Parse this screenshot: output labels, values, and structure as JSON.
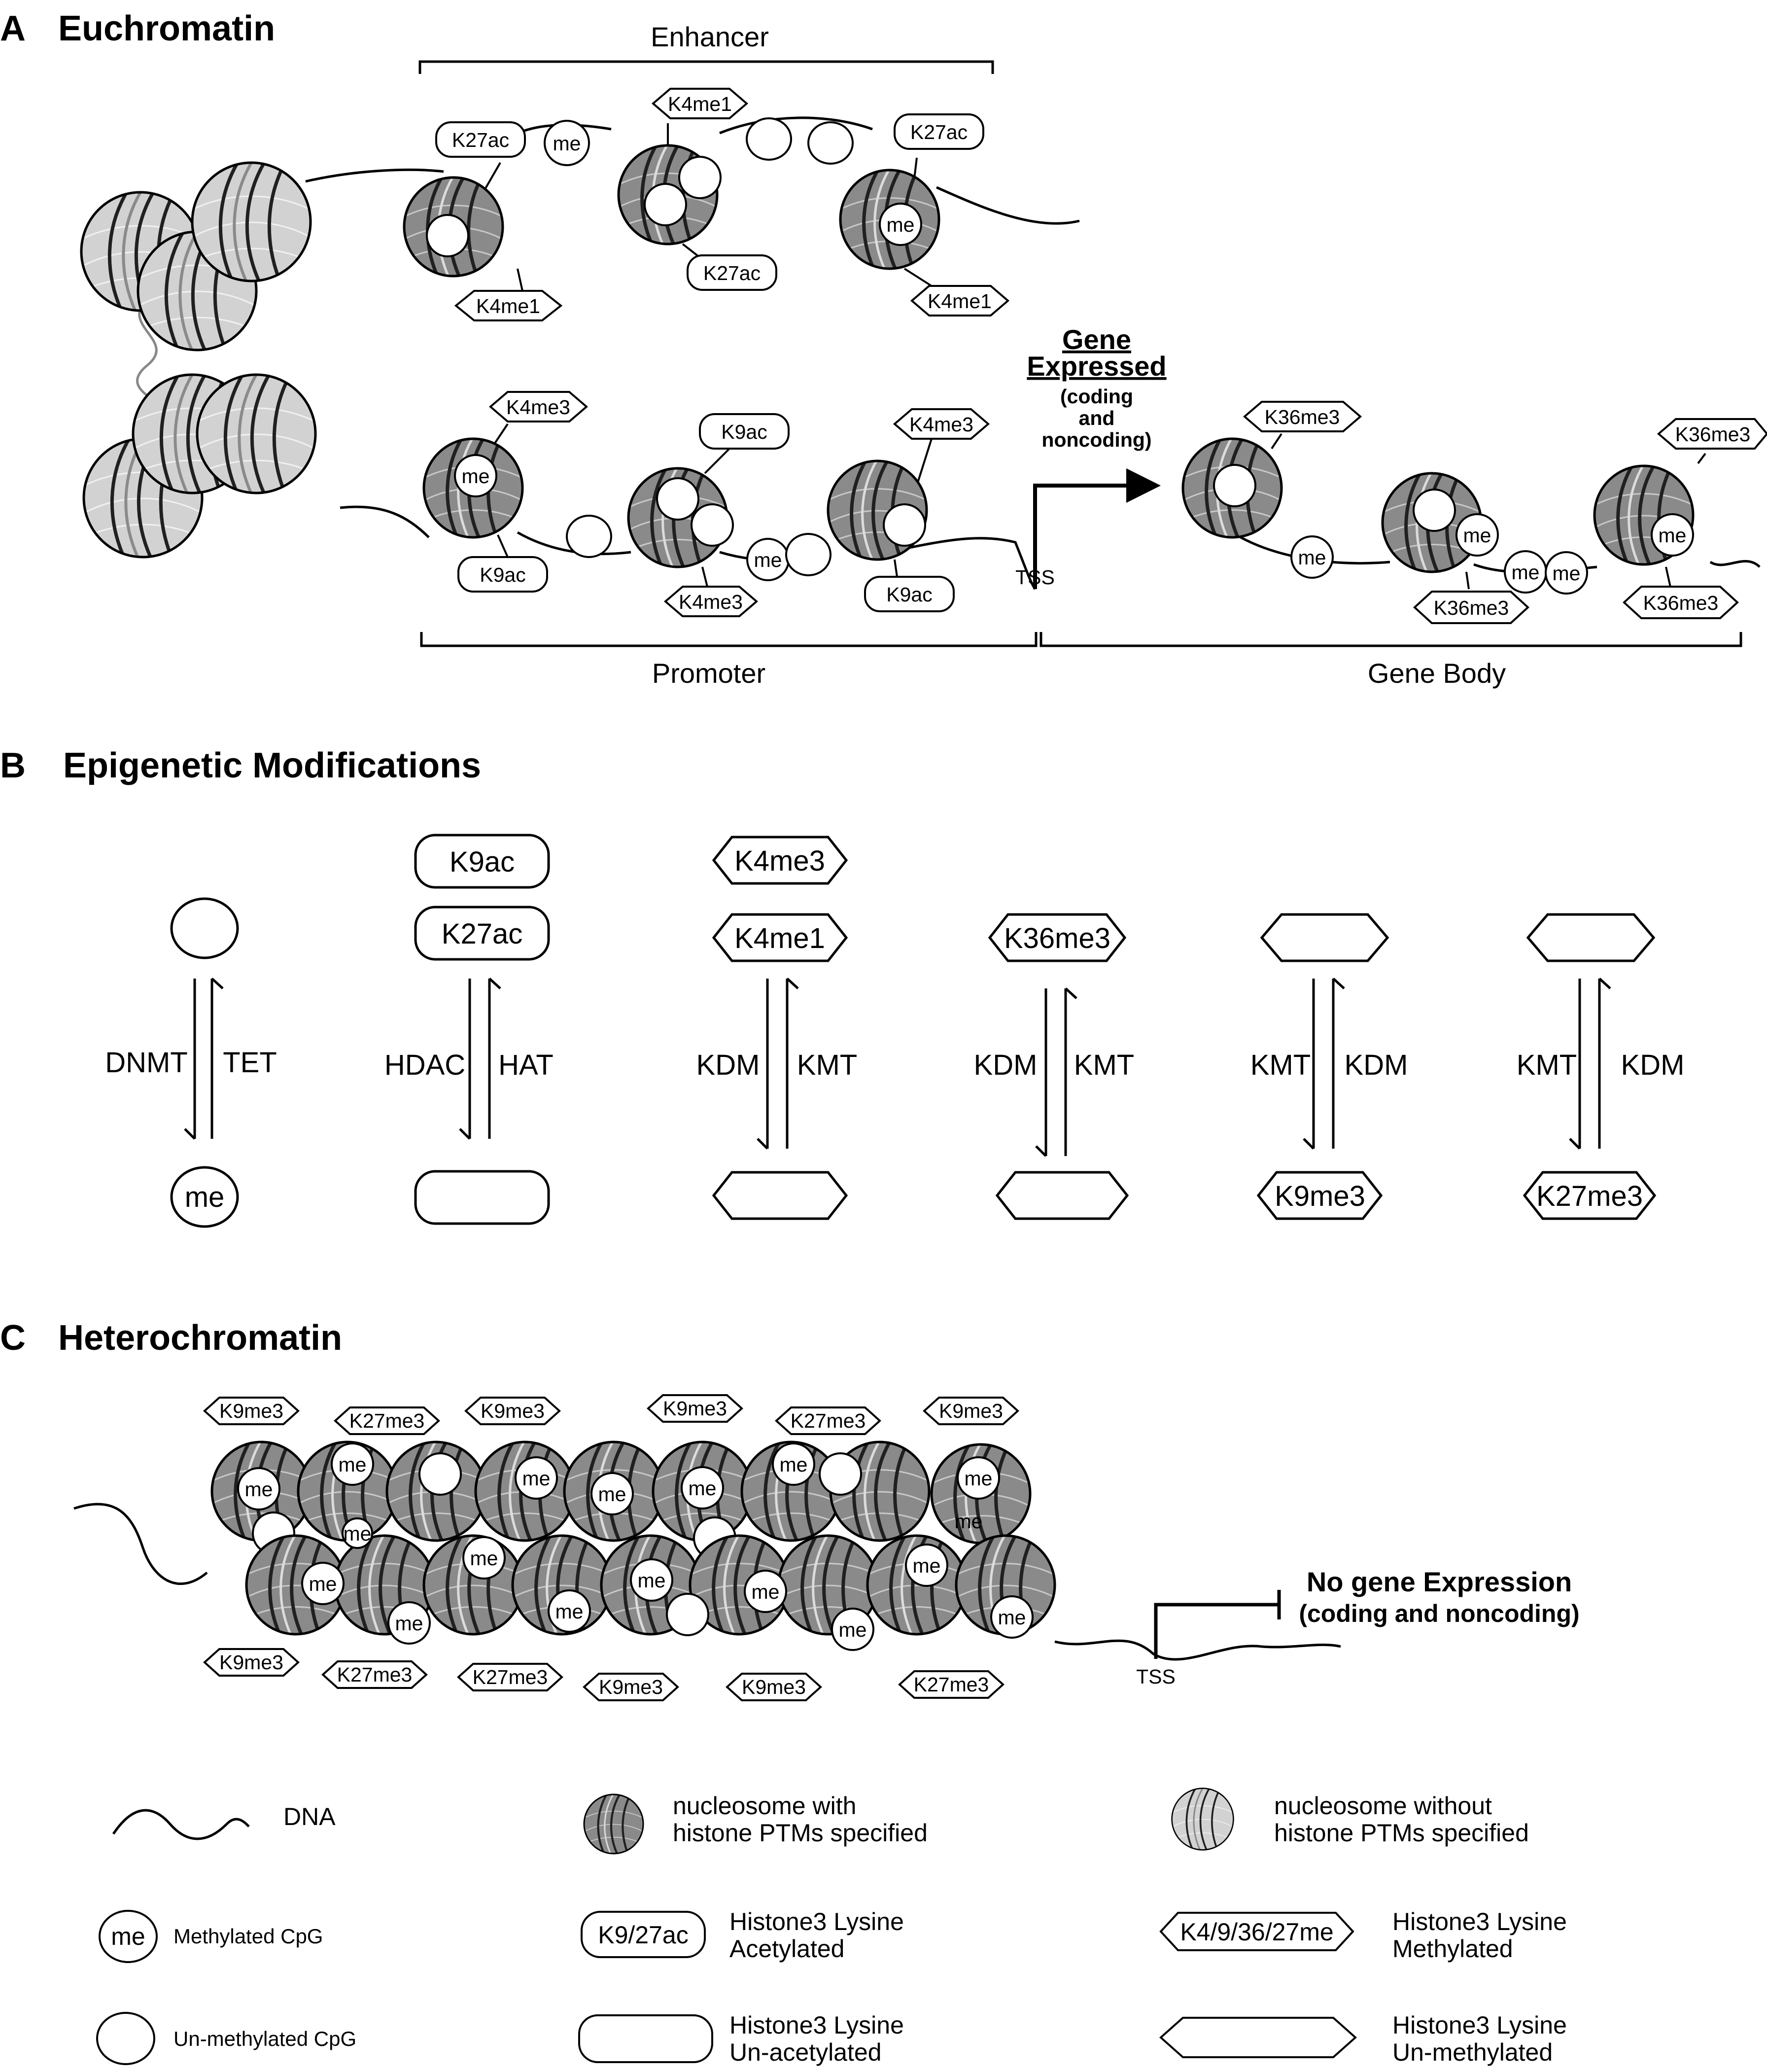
{
  "panels": {
    "a": {
      "letter": "A",
      "title": "Euchromatin"
    },
    "b": {
      "letter": "B",
      "title": "Epigenetic Modifications"
    },
    "c": {
      "letter": "C",
      "title": "Heterochromatin"
    }
  },
  "regions": {
    "enhancer": "Enhancer",
    "promoter": "Promoter",
    "gene_body": "Gene Body",
    "tss": "TSS"
  },
  "expression": {
    "on": {
      "l1": "Gene",
      "l2": "Expressed",
      "l3": "(coding",
      "l4": "and",
      "l5": "noncoding)"
    },
    "off": {
      "l1": "No gene Expression",
      "l2": "(coding and noncoding)"
    }
  },
  "marks": {
    "me": "me",
    "k27ac": "K27ac",
    "k4me1": "K4me1",
    "k4me3": "K4me3",
    "k9ac": "K9ac",
    "k36me3": "K36me3",
    "k9me3": "K9me3",
    "k27me3": "K27me3"
  },
  "enzymes": {
    "dnmt": "DNMT",
    "tet": "TET",
    "hdac": "HDAC",
    "hat": "HAT",
    "kdm": "KDM",
    "kmt": "KMT"
  },
  "legend": {
    "dna": "DNA",
    "nuc_ptm_1": "nucleosome with",
    "nuc_ptm_2": "histone PTMs specified",
    "nuc_no_1": "nucleosome without",
    "nuc_no_2": "histone PTMs specified",
    "meth_cpg": "Methylated CpG",
    "unmeth_cpg": "Un-methylated CpG",
    "ac_tag": "K9/27ac",
    "ac_1": "Histone3 Lysine",
    "ac_2": "Acetylated",
    "me_tag": "K4/9/36/27me",
    "meth_1": "Histone3 Lysine",
    "meth_2": "Methylated",
    "unac_1": "Histone3 Lysine",
    "unac_2": "Un-acetylated",
    "unmeth_1": "Histone3 Lysine",
    "unmeth_2": "Un-methylated"
  },
  "colors": {
    "nucleosome_ptm": "#8a8a8a",
    "nucleosome_plain": "#d2d2d2"
  }
}
